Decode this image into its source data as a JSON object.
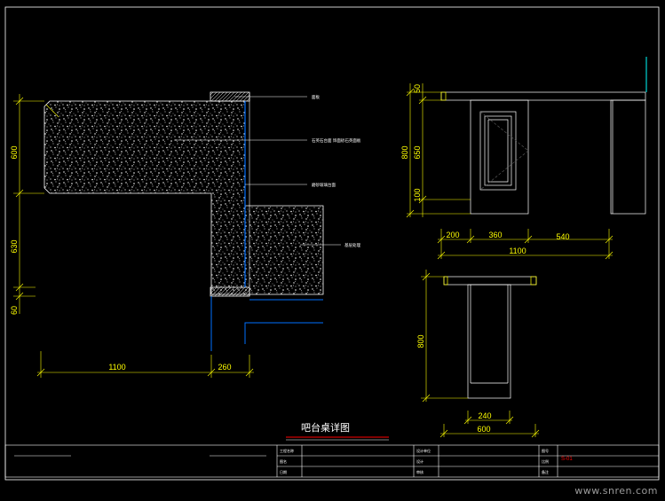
{
  "drawing": {
    "title": "吧台桌详图",
    "watermark": "www.snren.com",
    "sheet_no": "S-01",
    "colors": {
      "outline": "#ffffff",
      "dimension": "#ffff00",
      "glass": "#0070ff",
      "cyan": "#00ffff",
      "hatch": "#ffffff",
      "accent": "#ff0000"
    }
  },
  "plan": {
    "callouts": [
      "面板",
      "石英石台面 饰面砂石英面板",
      "磨砂玻璃台面",
      "基层处理"
    ],
    "dims_left": [
      "600",
      "630",
      "60"
    ],
    "dims_bottom": [
      "1100",
      "260"
    ]
  },
  "front_elevation": {
    "dims_left": [
      "50",
      "650",
      "100"
    ],
    "total_height": "800",
    "dims_bottom": [
      "200",
      "360",
      "540"
    ],
    "total_width": "1100"
  },
  "side_elevation": {
    "height": "800",
    "dims_bottom": [
      "240",
      "600"
    ]
  },
  "title_block": {
    "row_labels": [
      "工程名称",
      "图名",
      "日期"
    ],
    "mid_labels": [
      "设计单位",
      "设计",
      "审核"
    ],
    "right_labels": [
      "图号",
      "比例",
      "备注"
    ]
  }
}
